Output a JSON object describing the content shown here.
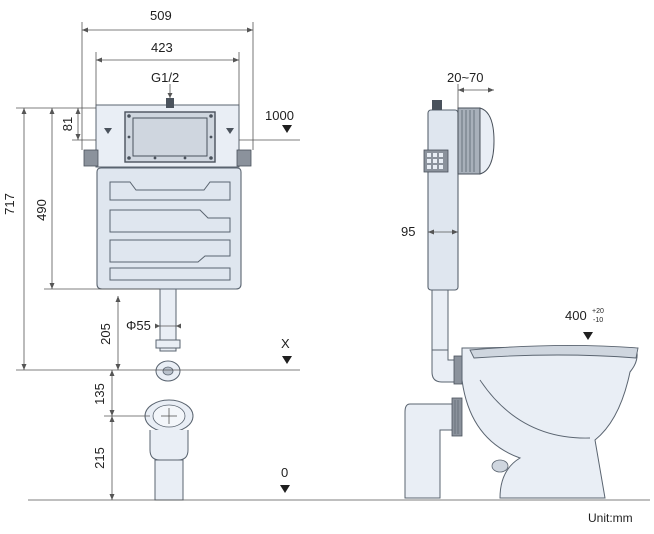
{
  "dimensions": {
    "width_outer": "509",
    "width_inner": "423",
    "inlet": "G1/2",
    "height_top": "81",
    "height_total": "717",
    "height_tank": "490",
    "height_pipe": "205",
    "pipe_diameter": "Φ55",
    "height_mid": "135",
    "height_low": "215",
    "level_1000": "1000",
    "level_x": "X",
    "level_0": "0",
    "button_depth": "20~70",
    "side_95": "95",
    "seat_height": "400",
    "seat_tol_plus": "+20",
    "seat_tol_minus": "-10"
  },
  "unit": "Unit:mm",
  "colors": {
    "body": "#dfe6ef",
    "outline": "#5a6470"
  }
}
